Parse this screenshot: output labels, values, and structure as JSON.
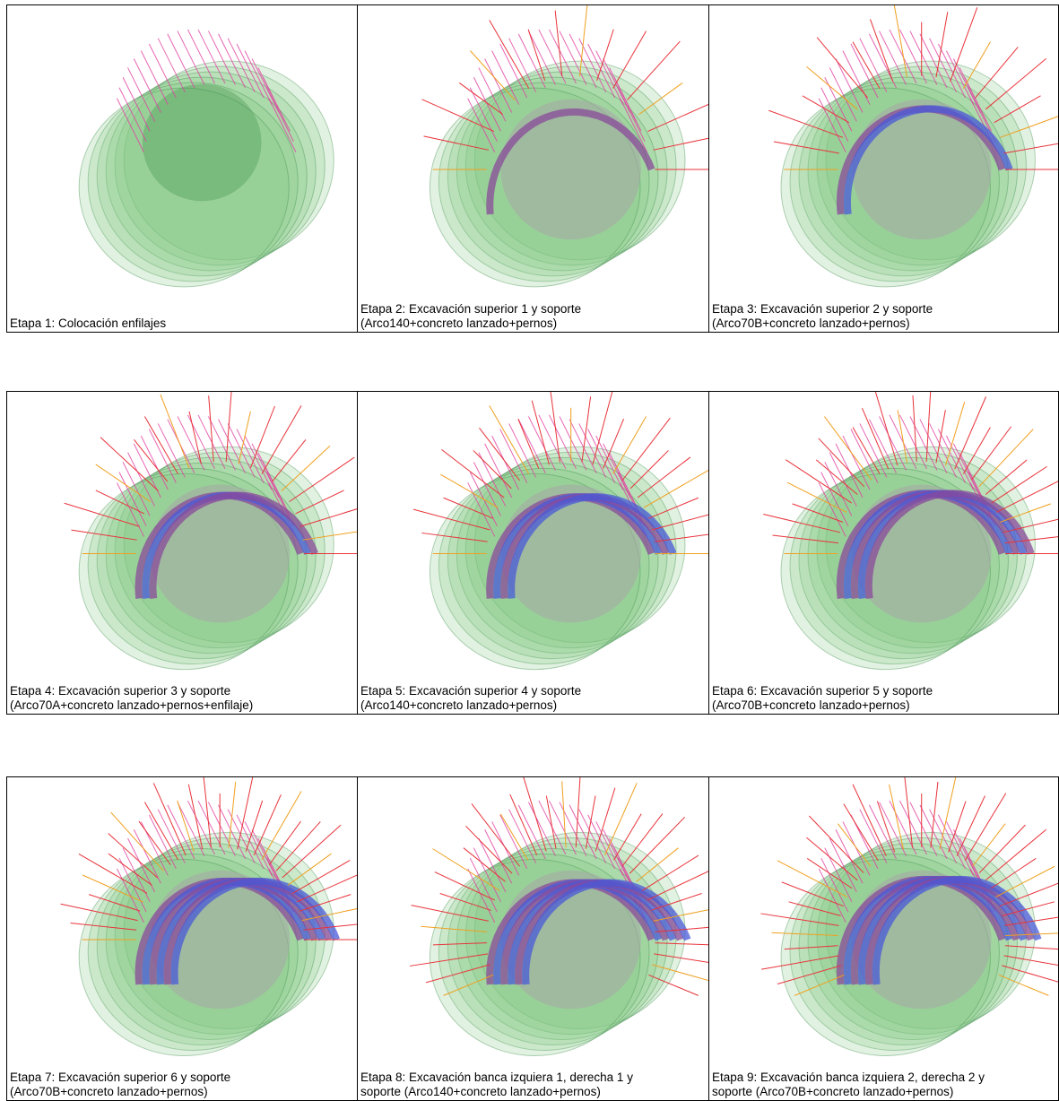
{
  "panels": [
    {
      "line1": "Etapa 1: Colocación enfilajes",
      "line2": "",
      "stage": 1
    },
    {
      "line1": "Etapa 2: Excavación superior 1 y soporte",
      "line2": "(Arco140+concreto lanzado+pernos)",
      "stage": 2
    },
    {
      "line1": "Etapa 3: Excavación superior 2 y soporte",
      "line2": "(Arco70B+concreto lanzado+pernos)",
      "stage": 3
    },
    {
      "line1": "Etapa 4: Excavación superior 3 y soporte",
      "line2": "(Arco70A+concreto lanzado+pernos+enfilaje)",
      "stage": 4
    },
    {
      "line1": "Etapa 5: Excavación superior 4 y soporte",
      "line2": "(Arco140+concreto lanzado+pernos)",
      "stage": 5
    },
    {
      "line1": "Etapa 6: Excavación superior 5 y soporte",
      "line2": "(Arco70B+concreto lanzado+pernos)",
      "stage": 6
    },
    {
      "line1": "Etapa 7: Excavación superior 6 y soporte",
      "line2": "(Arco70B+concreto lanzado+pernos)",
      "stage": 7
    },
    {
      "line1": "Etapa 8: Excavación banca izquiera 1, derecha 1 y",
      "line2": "soporte (Arco140+concreto lanzado+pernos)",
      "stage": 8
    },
    {
      "line1": "Etapa 9: Excavación banca izquiera 2, derecha 2 y",
      "line2": "soporte (Arco70B+concreto lanzado+pernos)",
      "stage": 9
    }
  ],
  "colors": {
    "shell": "#7cc47c",
    "shell_dark": "#3f8f4a",
    "bolt_red": "#e8333a",
    "bolt_orange": "#f0a020",
    "spile_pink": "#e040a0",
    "lining_purple": "#8a4a9a",
    "lining_blue": "#4a5ad8",
    "core_grey": "#a8a8a8"
  }
}
